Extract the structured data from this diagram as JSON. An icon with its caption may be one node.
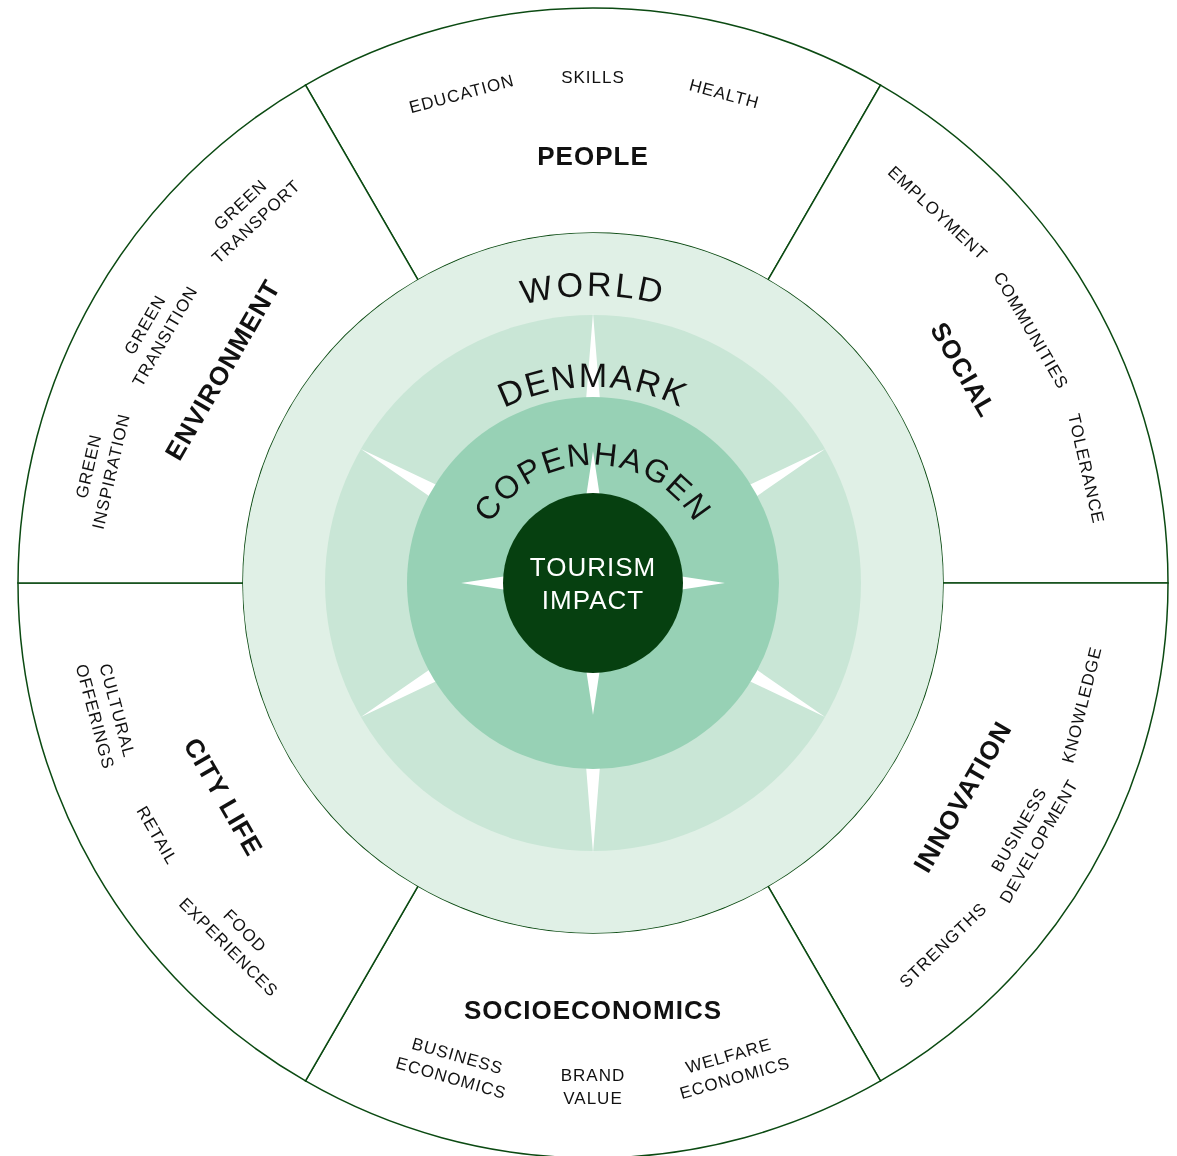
{
  "diagram": {
    "nodes": [
      {
        "text": [
          "WORLD"
        ]
      },
      {
        "text": [
          "DENMARK"
        ],
        "in": 0
      },
      {
        "text": [
          "COPENHAGEN"
        ],
        "in": 1
      },
      {
        "text": [
          "TOURISM IMPACT"
        ],
        "in": 2
      },
      {
        "text": [
          "EDUCATION",
          "SKILLS",
          "HEALTH",
          "PEOPLE"
        ]
      },
      {
        "text": [
          "SOCIAL",
          "EMPLOYMENT",
          "COMMUNITIES",
          "TOLERANCE"
        ]
      },
      {
        "text": [
          "INNOVATION",
          "KNOWLEDGE",
          "BUSINESS DEVELOPMENT",
          "STRENGTHS"
        ]
      },
      {
        "text": [
          "SOCIOECONOMICS",
          "BUSINESS ECONOMICS",
          "BRAND VALUE",
          "WELFARE ECONOMICS"
        ]
      },
      {
        "text": [
          "CITY LIFE",
          "CULTURAL OFFERINGS",
          "RETAIL",
          "FOOD EXPERIENCES"
        ]
      },
      {
        "text": [
          "ENVIRONMENT",
          "GREEN INSPIRATION",
          "GREEN TRANSITION",
          "GREEN TRANSPORT"
        ]
      }
    ],
    "edges": []
  }
}
